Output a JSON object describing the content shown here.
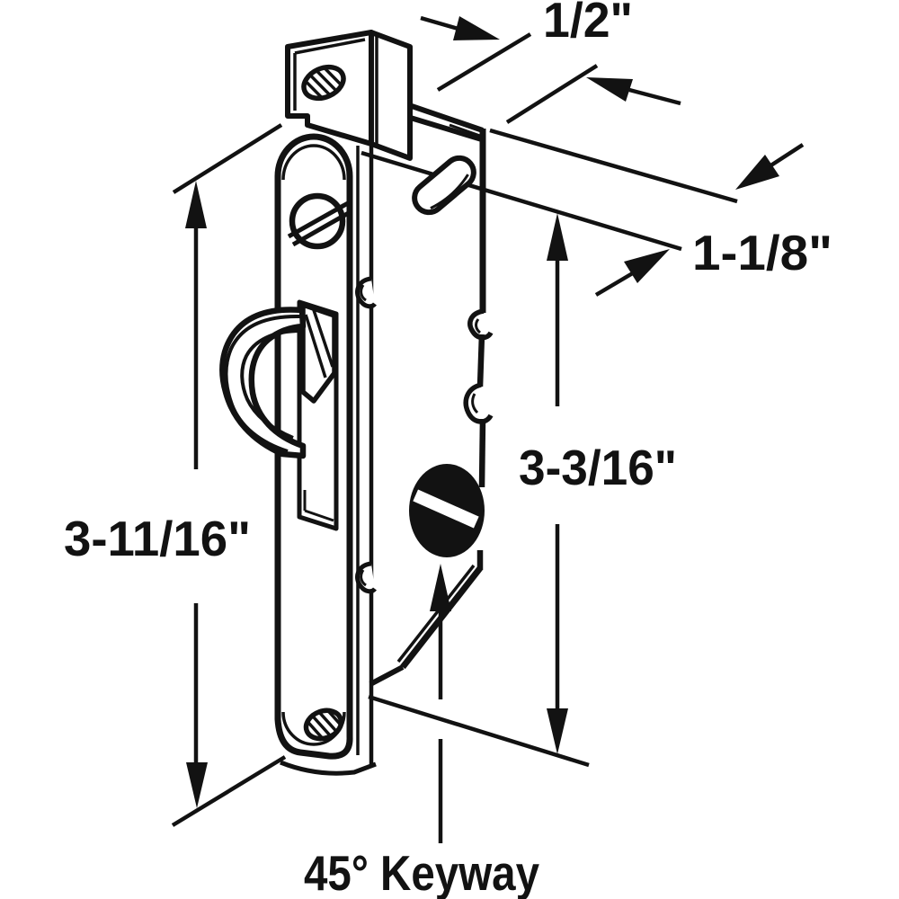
{
  "diagram": {
    "subject": "mortise-lock-technical-drawing",
    "line_color": "#121212",
    "background_color": "#ffffff",
    "labels": {
      "tab_depth": "1/2\"",
      "body_depth": "1-1/8\"",
      "keyway_height": "3-3/16\"",
      "faceplate_height": "3-11/16\"",
      "keyway_note": "45° Keyway"
    }
  }
}
